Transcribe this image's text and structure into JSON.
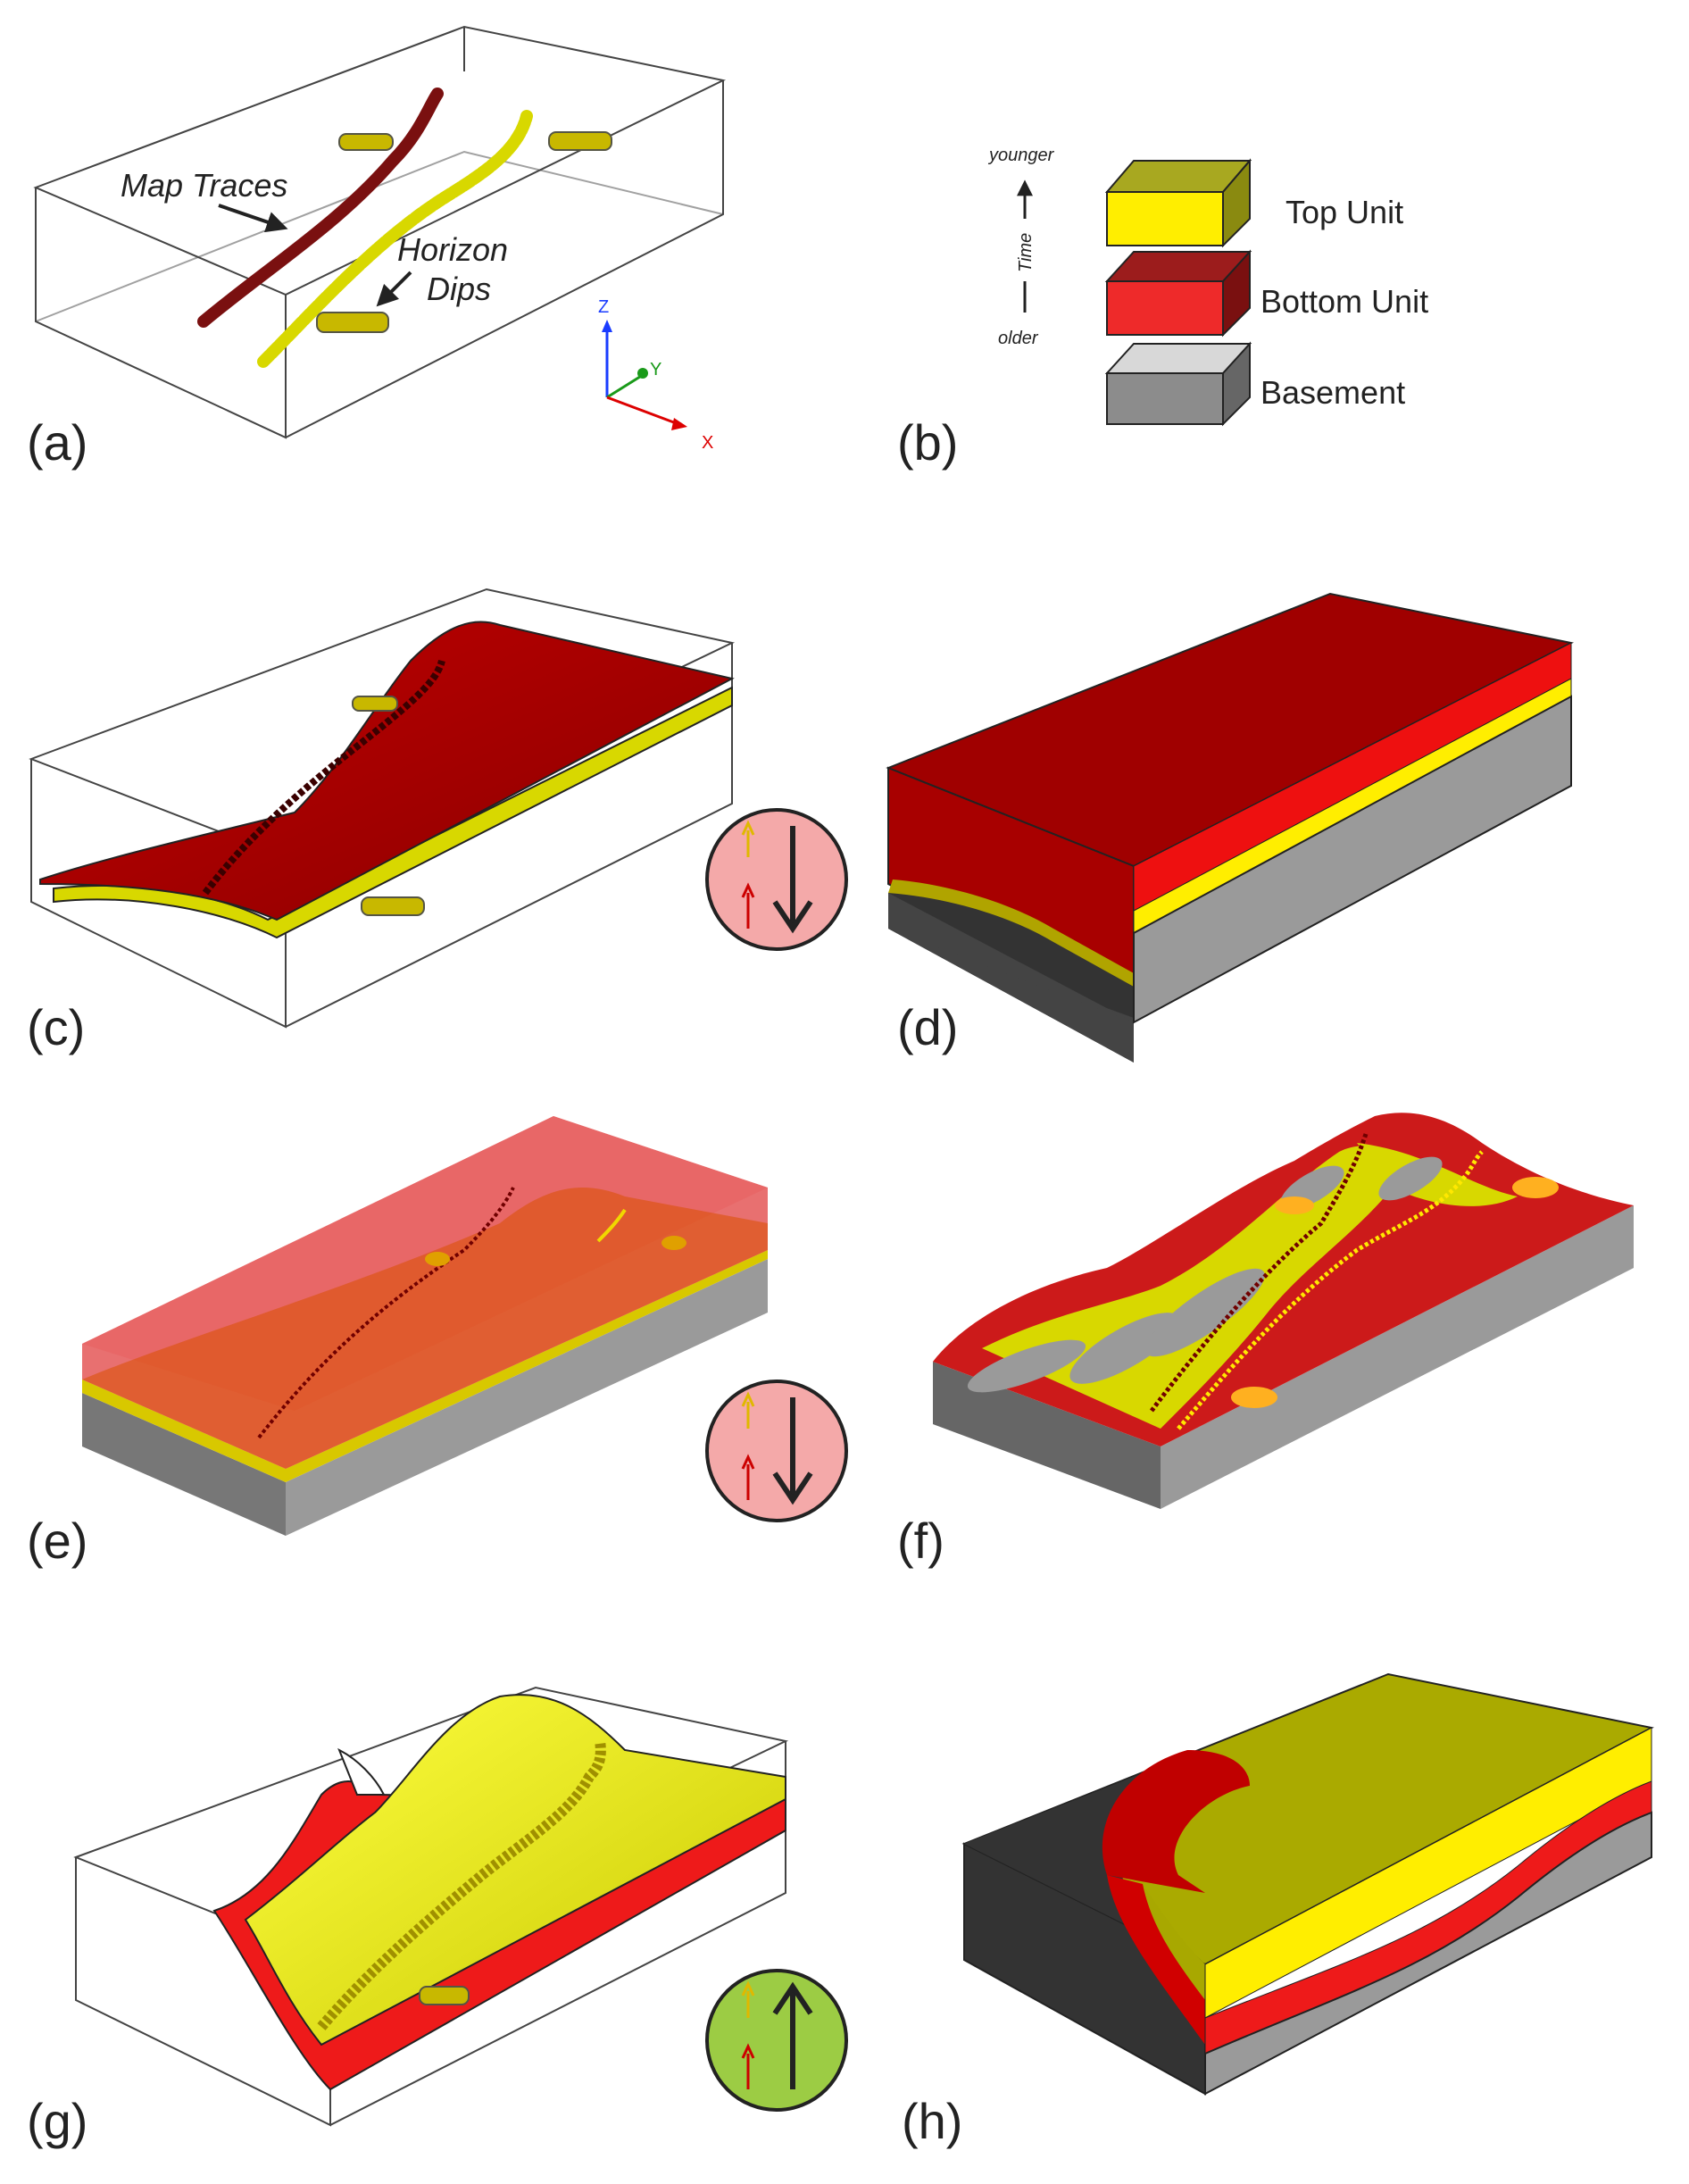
{
  "panels": {
    "a": {
      "label": "(a)",
      "map_traces": "Map Traces",
      "horizon_line1": "Horizon",
      "horizon_line2": "Dips",
      "axis_z": "Z",
      "axis_y": "Y",
      "axis_x": "X"
    },
    "b": {
      "label": "(b)",
      "younger": "younger",
      "time": "Time",
      "older": "older",
      "units": [
        {
          "name": "Top Unit",
          "top_color": "#a8a820",
          "front_color": "#ffee00",
          "side_color": "#8a8a10"
        },
        {
          "name": "Bottom Unit",
          "top_color": "#9c1c1c",
          "front_color": "#ee2a2a",
          "side_color": "#7a1010"
        },
        {
          "name": "Basement",
          "top_color": "#d8d8d8",
          "front_color": "#8c8c8c",
          "side_color": "#666666"
        }
      ]
    },
    "c": {
      "label": "(c)"
    },
    "d": {
      "label": "(d)"
    },
    "e": {
      "label": "(e)"
    },
    "f": {
      "label": "(f)"
    },
    "g": {
      "label": "(g)"
    },
    "h": {
      "label": "(h)"
    }
  },
  "colors": {
    "top_unit": "#ffee00",
    "top_unit_dark": "#b0b010",
    "bottom_unit": "#ee2020",
    "bottom_unit_dark": "#a00000",
    "basement": "#9a9a9a",
    "basement_dark": "#444444",
    "badge_down_fill": "#f4a9a9",
    "badge_up_fill": "#9ccc44"
  },
  "icons": {
    "badge_c": "down-arrow-badge-icon",
    "badge_e": "down-arrow-badge-icon",
    "badge_g": "up-arrow-badge-icon"
  }
}
